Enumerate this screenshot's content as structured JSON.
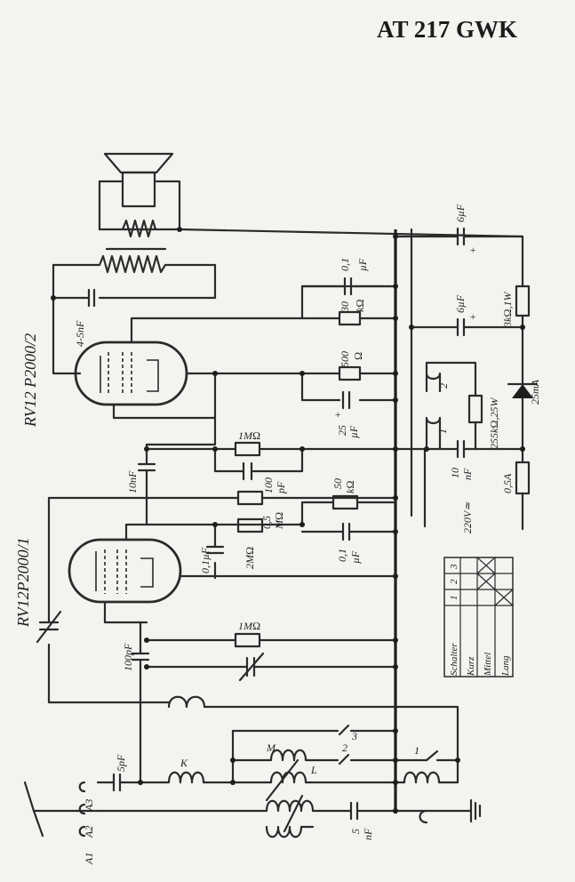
{
  "title": "AT 217 GWK",
  "tubes": {
    "tube1": "RV12 P2000/2",
    "tube2": "RV12P2000/1"
  },
  "components": {
    "c_speaker_6uf": "6µF",
    "c_speaker_plus": "+",
    "c_01uf_top": "0,1",
    "c_01uf_top_unit": "µF",
    "r_30k_a": "30",
    "r_30k_b": "kΩ",
    "c_6uf_2": "6µF",
    "c_6uf_2_plus": "+",
    "r_3k": "3kΩ,1W",
    "c_4_5nf": "4-5nF",
    "r_500": "500",
    "r_500_u": "Ω",
    "c_25uf": "25",
    "c_25uf_u": "µF",
    "c_25uf_plus": "+",
    "lamp_2": "2",
    "lamp_1": "1",
    "r_255": "255kΩ,25W",
    "diode_25ma": "25mA",
    "r_1m_a": "1MΩ",
    "c_10nf": "10nF",
    "c_10nf_2": "10",
    "c_10nf_2_u": "nF",
    "mains": "220V≃",
    "fuse": "0,5A",
    "c_100pf_a": "100",
    "c_100pf_b": "pF",
    "r_05m_a": "0,5",
    "r_05m_b": "MΩ",
    "r_50k_a": "50",
    "r_50k_b": "kΩ",
    "c_01uf_2": "0,1",
    "c_01uf_2_u": "µF",
    "c_01uf_3": "0,1µF",
    "r_2m": "2MΩ",
    "r_1m_b": "1MΩ",
    "c_100pf_2": "100pF",
    "c_5pf": "5pF",
    "coil_k": "K",
    "coil_m": "M",
    "coil_l": "L",
    "c_5nf": "5",
    "c_5nf_u": "nF",
    "sw_3": "3",
    "sw_2": "2",
    "sw_1": "1",
    "ant_a1": "A1",
    "ant_a2": "A2",
    "ant_a3": "A3"
  },
  "switch_table": {
    "header_label": "Schalter",
    "header_cols": [
      "1",
      "2",
      "3"
    ],
    "rows": [
      "Kurz",
      "Mittel",
      "Lang"
    ]
  }
}
